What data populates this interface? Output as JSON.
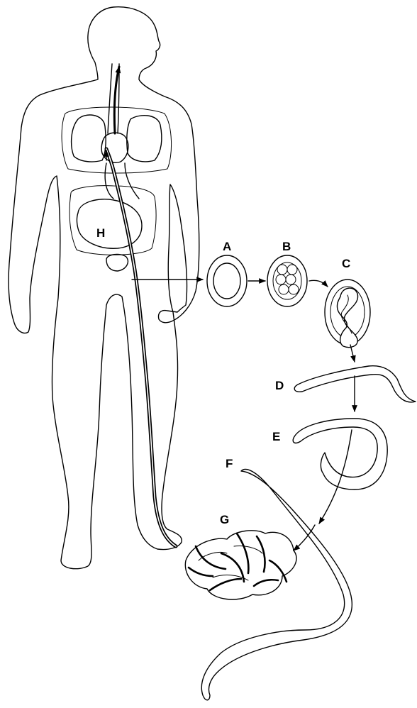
{
  "diagram": {
    "labels": {
      "A": "A",
      "B": "B",
      "C": "C",
      "D": "D",
      "E": "E",
      "F": "F",
      "G": "G",
      "H": "H"
    },
    "colors": {
      "ink": "#000000",
      "paper": "#ffffff"
    }
  }
}
